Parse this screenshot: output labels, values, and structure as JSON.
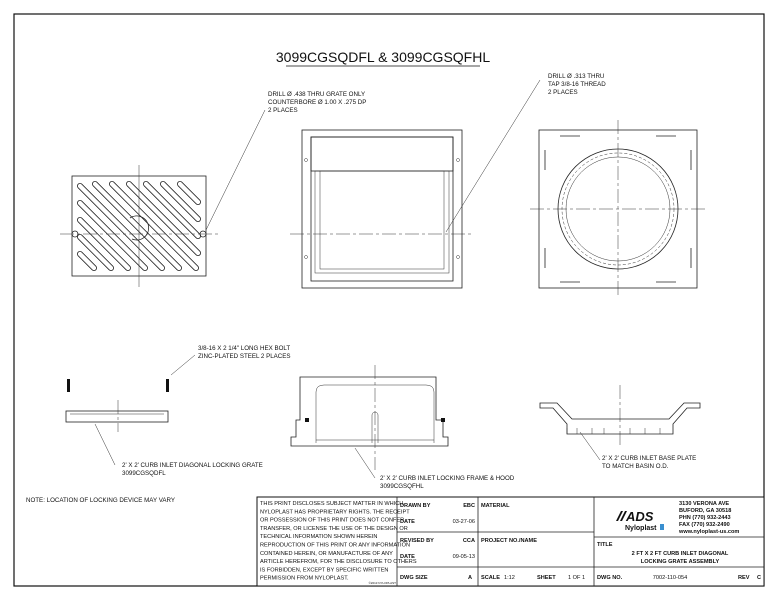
{
  "title": "3099CGSQDFL & 3099CGSQFHL",
  "notes": {
    "drill_grate": [
      "DRILL Ø .438 THRU GRATE ONLY",
      "COUNTERBORE Ø 1.00 X .275 DP",
      "2 PLACES"
    ],
    "drill_frame": [
      "DRILL Ø .313 THRU",
      "TAP 3/8-16 THREAD",
      "2 PLACES"
    ],
    "bolt": [
      "3/8-16 X 2 1/4\" LONG HEX BOLT",
      "ZINC-PLATED STEEL 2 PLACES"
    ],
    "grate": [
      "2' X 2' CURB INLET DIAGONAL LOCKING GRATE",
      "3099CGSQDFL"
    ],
    "frame": [
      "2' X 2' CURB INLET LOCKING FRAME & HOOD",
      "3099CGSQFHL"
    ],
    "base": [
      "2' X 2' CURB INLET BASE PLATE",
      "TO MATCH BASIN O.D."
    ],
    "locking": "NOTE:  LOCATION OF LOCKING DEVICE MAY VARY"
  },
  "title_block": {
    "disclaimer": [
      "THIS PRINT DISCLOSES SUBJECT MATTER IN WHICH",
      "NYLOPLAST HAS PROPRIETARY RIGHTS.  THE RECEIPT",
      "OR POSSESSION OF THIS PRINT DOES NOT CONFER,",
      "TRANSFER, OR LICENSE THE USE OF THE DESIGN OR",
      "TECHNICAL INFORMATION SHOWN HEREIN",
      "REPRODUCTION OF THIS PRINT OR ANY INFORMATION",
      "CONTAINED HEREIN, OR MANUFACTURE OF ANY",
      "ARTICLE HEREFROM, FOR THE DISCLOSURE TO OTHERS",
      "IS FORBIDDEN, EXCEPT BY SPECIFIC WRITTEN",
      "PERMISSION FROM NYLOPLAST."
    ],
    "copyright": "©2013 NYLOPLAST",
    "drawn_by_label": "DRAWN BY",
    "drawn_by": "EBC",
    "date_label": "DATE",
    "date": "03-27-06",
    "revised_by_label": "REVISED BY",
    "revised_by": "CCA",
    "revised_date": "09-05-13",
    "dwg_size_label": "DWG SIZE",
    "dwg_size": "A",
    "material_label": "MATERIAL",
    "project_label": "PROJECT NO./NAME",
    "scale_label": "SCALE",
    "scale": "1:12",
    "sheet_label": "SHEET",
    "sheet": "1 OF 1",
    "logo_text": "ADS",
    "logo_sub": "Nyloplast",
    "address": [
      "3130 VERONA AVE",
      "BUFORD, GA 30518",
      "PHN (770) 932-2443",
      "FAX (770) 932-2490",
      "www.nyloplast-us.com"
    ],
    "title_label": "TITLE",
    "title": [
      "2 FT X 2 FT CURB INLET DIAGONAL",
      "LOCKING GRATE ASSEMBLY"
    ],
    "dwg_no_label": "DWG NO.",
    "dwg_no": "7002-110-054",
    "rev_label": "REV",
    "rev": "C"
  }
}
